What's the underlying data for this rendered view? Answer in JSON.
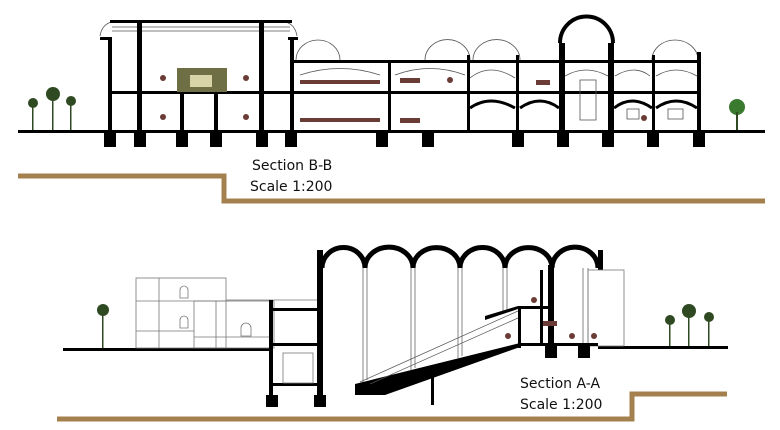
{
  "sections": [
    {
      "title": "Section B-B",
      "scale": "Scale 1:200"
    },
    {
      "title": "Section A-A",
      "scale": "Scale 1:200"
    }
  ],
  "colors": {
    "ground_band": "#a5804f",
    "structure": "#000000",
    "outline": "#666666",
    "foliage": "#2f4a22",
    "figures": "#6b3b35"
  }
}
